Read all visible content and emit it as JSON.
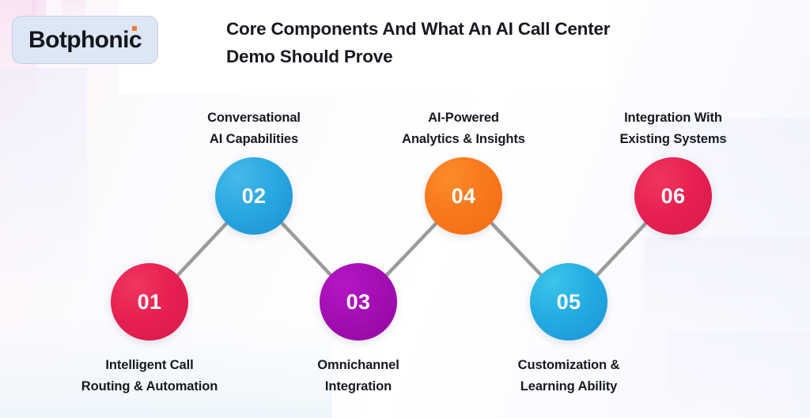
{
  "header": {
    "logo_text": "Botphonic",
    "logo_dot_color": "#ef7d2e",
    "logo_badge_bg": "#dde6f4",
    "title_line1": "Core Components And What An AI Call Center",
    "title_line2": "Demo Should Prove"
  },
  "diagram": {
    "type": "zigzag-step-flow",
    "steps": [
      {
        "number": "01",
        "label_line1": "Intelligent Call",
        "label_line2": "Routing & Automation",
        "color": "#e6204f",
        "color_name": "crimson",
        "row": "bottom",
        "caption_position": "below"
      },
      {
        "number": "02",
        "label_line1": "Conversational",
        "label_line2": "AI Capabilities",
        "color": "#2aa8e0",
        "color_name": "blue",
        "row": "top",
        "caption_position": "above"
      },
      {
        "number": "03",
        "label_line1": "Omnichannel",
        "label_line2": "Integration",
        "color": "#a40fb4",
        "color_name": "magenta",
        "row": "bottom",
        "caption_position": "below"
      },
      {
        "number": "04",
        "label_line1": "AI-Powered",
        "label_line2": "Analytics & Insights",
        "color": "#f9791d",
        "color_name": "orange",
        "row": "top",
        "caption_position": "above"
      },
      {
        "number": "05",
        "label_line1": "Customization &",
        "label_line2": "Learning Ability",
        "color": "#24ade2",
        "color_name": "cyan",
        "row": "bottom",
        "caption_position": "below"
      },
      {
        "number": "06",
        "label_line1": "Integration With",
        "label_line2": "Existing Systems",
        "color": "#e6204f",
        "color_name": "crimson",
        "row": "top",
        "caption_position": "above"
      }
    ],
    "connector_color": "#9b9b9b"
  },
  "background": {
    "base_color": "#ffffff",
    "tint_left": "#fdf6fb",
    "tint_right": "#f3f5fd"
  }
}
